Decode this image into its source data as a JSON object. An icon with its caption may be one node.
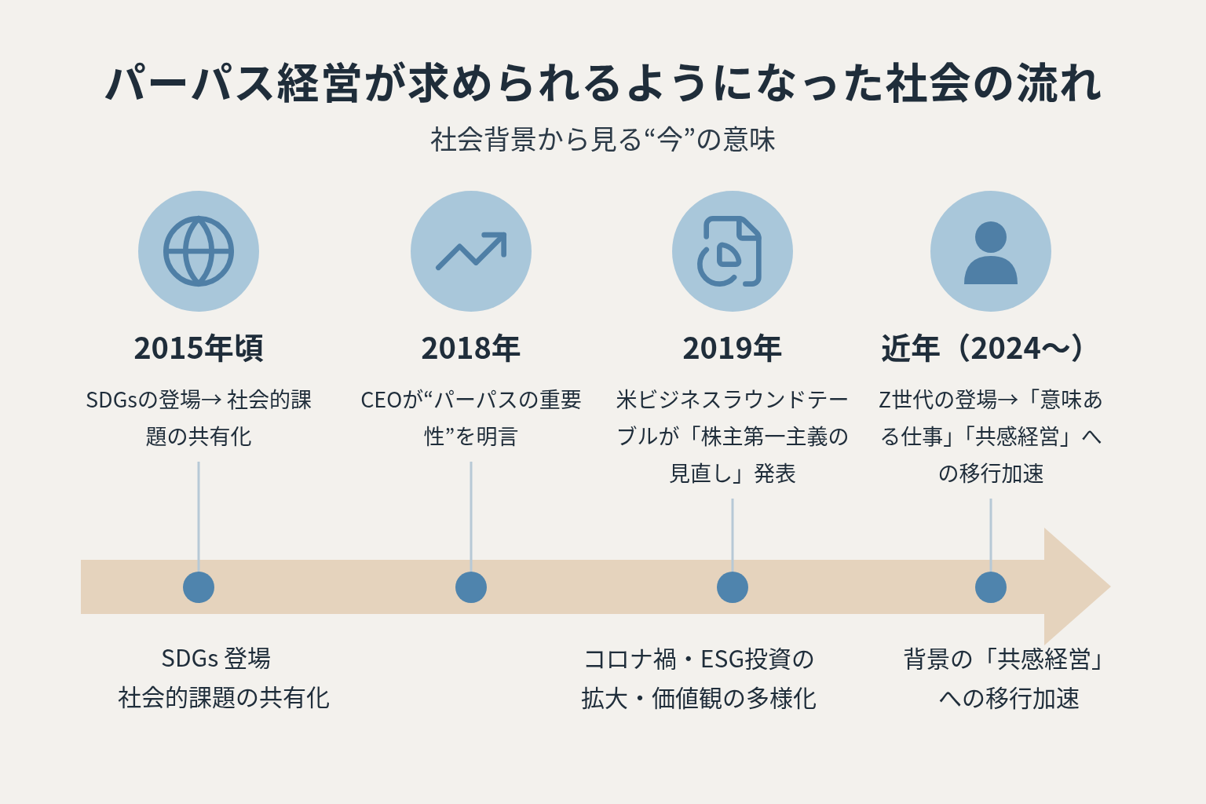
{
  "diagram": {
    "title": "パーパス経営が求められるようになった社会の流れ",
    "nodes": [
      {
        "text": [
          "2015年頃",
          "SDGsの登場→ 社会的課題の共有化"
        ]
      },
      {
        "text": [
          "2018年",
          "CEOが“パーパスの重要性”を明言"
        ]
      },
      {
        "text": [
          "2019年",
          "米ビジネスラウンドテーブルが「株主第一主義の見直し」発表"
        ]
      },
      {
        "text": [
          "近年（2024〜）",
          "Z世代の登場→「意味ある仕事」「共感経営」への移行加速"
        ]
      },
      {
        "text": [],
        "shape": "circle"
      },
      {
        "text": [],
        "shape": "circle"
      },
      {
        "text": [],
        "shape": "circle"
      },
      {
        "text": [],
        "shape": "circle"
      }
    ],
    "edges": [
      {
        "from": 0,
        "to": 4,
        "arrow": "none"
      },
      {
        "from": 1,
        "to": 5,
        "arrow": "none"
      },
      {
        "from": 2,
        "to": 6,
        "arrow": "none"
      },
      {
        "from": 3,
        "to": 7,
        "arrow": "none"
      }
    ],
    "labels": [
      "社会背景から見る“今”の意味",
      "SDGs 登場",
      "社会的課題の共有化",
      "コロナ禍・ESG投資の拡大・価値観の多様化",
      "背景の「共感経営」への移行加速"
    ]
  }
}
